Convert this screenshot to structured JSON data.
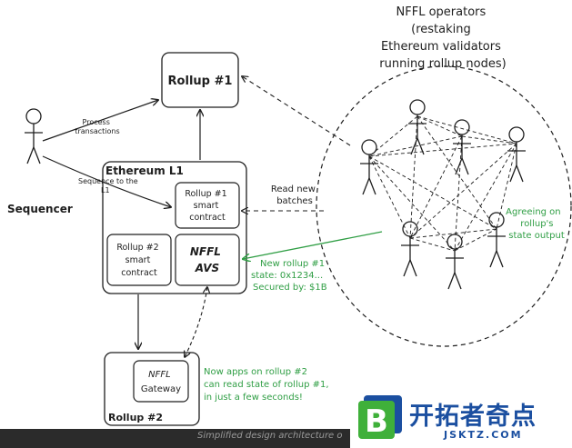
{
  "diagram": {
    "operators_title": [
      "NFFL operators",
      "(restaking",
      "Ethereum validators",
      "running rollup nodes)"
    ],
    "rollup1_label": "Rollup #1",
    "sequencer_label": "Sequencer",
    "process_tx": [
      "Process",
      "transactions"
    ],
    "sequence_l1": [
      "Sequence to the",
      "L1"
    ],
    "ethereum_l1_label": "Ethereum L1",
    "rollup1_contract": [
      "Rollup #1",
      "smart",
      "contract"
    ],
    "rollup2_contract": [
      "Rollup #2",
      "smart",
      "contract"
    ],
    "nffl_avs": [
      "NFFL",
      "AVS"
    ],
    "read_batches": [
      "Read new",
      "batches"
    ],
    "new_state": [
      "New rollup #1",
      "state: 0x1234...",
      "Secured by: $1B"
    ],
    "agreeing": [
      "Agreeing on",
      "rollup's",
      "state output"
    ],
    "nffl_gateway": [
      "NFFL",
      "Gateway"
    ],
    "rollup2_label": "Rollup #2",
    "apps_note": [
      "Now apps on rollup #2",
      "can read state of rollup #1,",
      "in just a few seconds!"
    ]
  },
  "caption": "Simplified design architecture o",
  "watermark": {
    "badge_letter": "B",
    "name": "开拓者奇点",
    "url": "JSKTZ.COM"
  },
  "colors": {
    "ink": "#1e1e1e",
    "green": "#2f9e44",
    "brand_blue": "#1b4fa0",
    "brand_green": "#3fb03a"
  }
}
